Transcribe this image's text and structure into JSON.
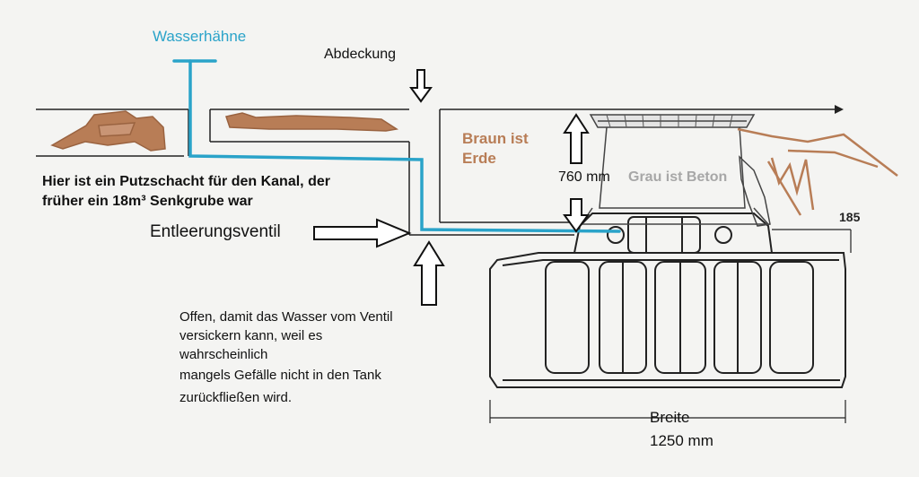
{
  "labels": {
    "water_taps": "Wasserhähne",
    "cover": "Abdeckung",
    "shaft_line1": "Hier ist ein Putzschacht für den Kanal, der",
    "shaft_line2": "früher ein 18m³ Senkgrube war",
    "drain_valve": "Entleerungsventil",
    "brown_line1": "Braun ist",
    "brown_line2": "Erde",
    "depth": "760 mm",
    "grey_concrete": "Grau ist Beton",
    "dimension_185": "185",
    "open_line1": "Offen, damit das Wasser vom Ventil",
    "open_line2": "versickern kann, weil es",
    "open_line3": "wahrscheinlich",
    "open_line4": "mangels Gefälle nicht in den Tank",
    "open_line5": "zurückfließen wird.",
    "width_label": "Breite",
    "width_value": "1250 mm"
  },
  "colors": {
    "pipe": "#2aa3c9",
    "soil": "#b87d56",
    "concrete_text": "#a7a7a7",
    "line": "#222222",
    "background": "#f4f4f2"
  }
}
